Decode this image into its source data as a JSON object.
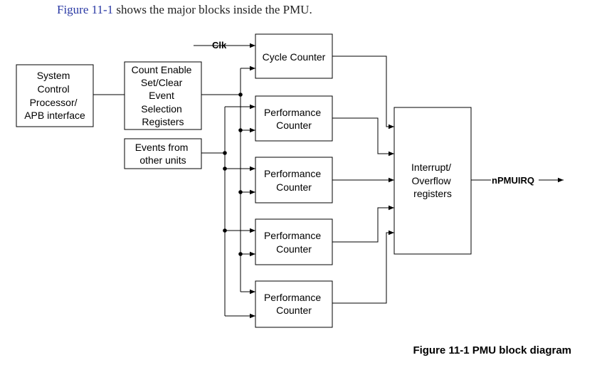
{
  "intro": {
    "link": "Figure 11-1",
    "text": " shows the major blocks inside the PMU."
  },
  "blocks": {
    "system_control": [
      "System",
      "Control",
      "Processor/",
      "APB interface"
    ],
    "count_enable": [
      "Count Enable",
      "Set/Clear",
      "Event",
      "Selection",
      "Registers"
    ],
    "events_from": [
      "Events from",
      "other units"
    ],
    "cycle_counter": [
      "Cycle Counter"
    ],
    "perf_counter_1": [
      "Performance",
      "Counter"
    ],
    "perf_counter_2": [
      "Performance",
      "Counter"
    ],
    "perf_counter_3": [
      "Performance",
      "Counter"
    ],
    "perf_counter_4": [
      "Performance",
      "Counter"
    ],
    "interrupt": [
      "Interrupt/",
      "Overflow",
      "registers"
    ]
  },
  "signals": {
    "clk": "Clk",
    "npmuirq": "nPMUIRQ"
  },
  "caption": "Figure 11-1 PMU block diagram"
}
